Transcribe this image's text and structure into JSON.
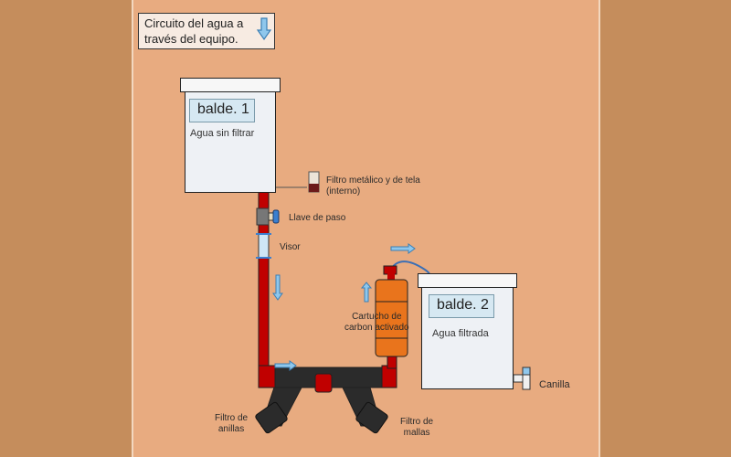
{
  "title": {
    "line1": "Circuito del agua a",
    "line2": "través del equipo."
  },
  "buckets": [
    {
      "tag": "balde. 1",
      "subtitle": "Agua sin filtrar"
    },
    {
      "tag": "balde. 2",
      "subtitle": "Agua filtrada"
    }
  ],
  "labels": {
    "filtro_metalico_1": "Filtro metálico y de tela",
    "filtro_metalico_2": "(interno)",
    "llave": "Llave de paso",
    "visor": "Visor",
    "cartucho_1": "Cartucho de",
    "cartucho_2": "carbon activado",
    "canilla": "Canilla",
    "anillas_1": "Filtro de",
    "anillas_2": "anillas",
    "mallas_1": "Filtro de",
    "mallas_2": "mallas"
  },
  "colors": {
    "pipe": "#c00000",
    "filter": "#2b2b2b",
    "cartridge": "#e9741c",
    "arrow": "#8fc7ec",
    "panel": "#e8ab80"
  }
}
